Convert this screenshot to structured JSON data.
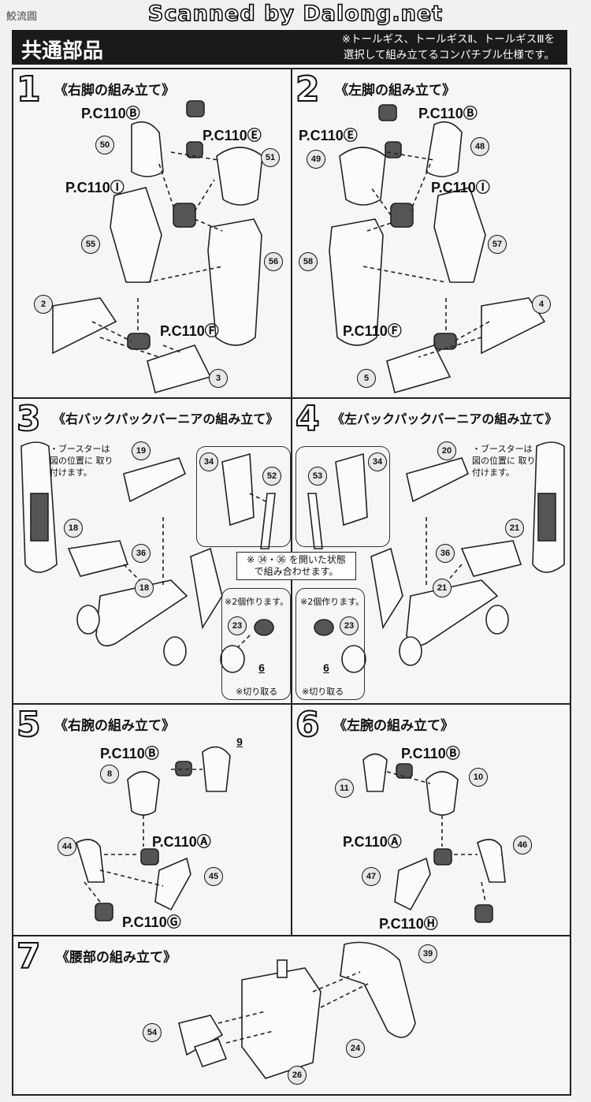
{
  "watermark": {
    "left": "鮫流圓",
    "top": "Scanned by Dalong.net"
  },
  "header": {
    "title": "共通部品",
    "note_line1": "※トールギス、トールギスⅡ、トールギスⅢを",
    "note_line2": "選択して組み立てるコンパチブル仕様です。"
  },
  "steps": [
    {
      "num": "1",
      "title": "《右脚の組み立て》",
      "parts": [
        "P.C110Ⓑ",
        "P.C110Ⓔ",
        "P.C110Ⓘ",
        "P.C110Ⓕ"
      ],
      "nums": [
        "50",
        "51",
        "55",
        "56",
        "2",
        "3"
      ]
    },
    {
      "num": "2",
      "title": "《左脚の組み立て》",
      "parts": [
        "P.C110Ⓑ",
        "P.C110Ⓔ",
        "P.C110Ⓘ",
        "P.C110Ⓕ"
      ],
      "nums": [
        "49",
        "48",
        "58",
        "57",
        "4",
        "5"
      ]
    },
    {
      "num": "3",
      "title": "《右バックパックバーニアの組み立て》",
      "booster_note": "・ブースターは 図の位置に 取り付けます。",
      "nums": [
        "19",
        "18",
        "36",
        "18",
        "34",
        "52",
        "23",
        "6"
      ],
      "two_note": "※2個作ります。",
      "cut_note": "※切り取る"
    },
    {
      "num": "4",
      "title": "《左バックパックバーニアの組み立て》",
      "booster_note": "・ブースターは 図の位置に 取り付けます。",
      "nums": [
        "20",
        "21",
        "36",
        "21",
        "53",
        "34",
        "23",
        "6"
      ],
      "two_note": "※2個作ります。",
      "cut_note": "※切り取る"
    },
    {
      "num": "5",
      "title": "《右腕の組み立て》",
      "parts": [
        "P.C110Ⓑ",
        "P.C110Ⓐ",
        "P.C110Ⓖ"
      ],
      "nums": [
        "9",
        "8",
        "44",
        "45"
      ]
    },
    {
      "num": "6",
      "title": "《左腕の組み立て》",
      "parts": [
        "P.C110Ⓑ",
        "P.C110Ⓐ",
        "P.C110Ⓗ"
      ],
      "nums": [
        "11",
        "10",
        "46",
        "47"
      ]
    },
    {
      "num": "7",
      "title": "《腰部の組み立て》",
      "nums": [
        "39",
        "54",
        "24",
        "26"
      ]
    }
  ],
  "center_note": {
    "line1": "※ ㉞・㊱ を開いた状態",
    "line2": "で組み合わせます。"
  }
}
